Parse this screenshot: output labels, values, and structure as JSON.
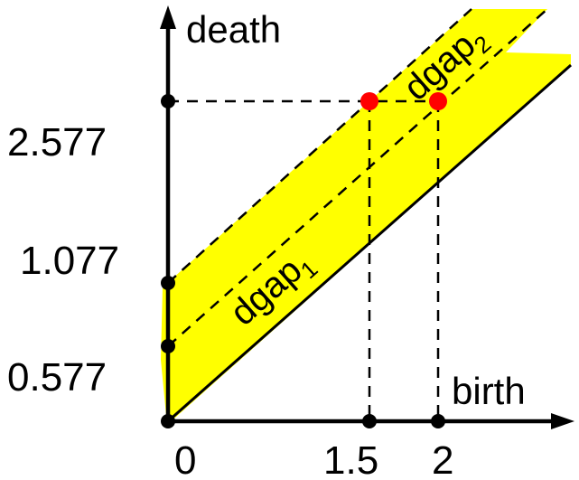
{
  "colors": {
    "band": "#ffff00",
    "axis": "#000000",
    "highlight": "#ff0000"
  },
  "axes": {
    "x_title": "birth",
    "y_title": "death",
    "x_ticks": [
      "0",
      "1.5",
      "2"
    ],
    "y_ticks": [
      "2.577",
      "1.077",
      "0.577"
    ]
  },
  "bands": {
    "gap1": {
      "base": "dgap",
      "sub": "1"
    },
    "gap2": {
      "base": "dgap",
      "sub": "2"
    }
  },
  "chart_data": {
    "type": "scatter",
    "xlabel": "birth",
    "ylabel": "death",
    "x_ticks": [
      0,
      1.5,
      2
    ],
    "y_ticks": [
      0.577,
      1.077,
      2.577
    ],
    "points": [
      {
        "x": 1.5,
        "y": 2.577,
        "color": "#ff0000"
      },
      {
        "x": 2,
        "y": 2.577,
        "color": "#ff0000"
      }
    ],
    "axis_markers": [
      {
        "x": 0,
        "y": 0
      },
      {
        "x": 1.5,
        "y": 0
      },
      {
        "x": 2,
        "y": 0
      },
      {
        "x": 0,
        "y": 0.577
      },
      {
        "x": 0,
        "y": 1.077
      },
      {
        "x": 0,
        "y": 2.577
      }
    ],
    "lines": [
      {
        "kind": "diagonal",
        "offset": 0
      },
      {
        "kind": "dgap1",
        "offset": 0.577
      },
      {
        "kind": "dgap2",
        "offset": 1.077
      }
    ]
  }
}
